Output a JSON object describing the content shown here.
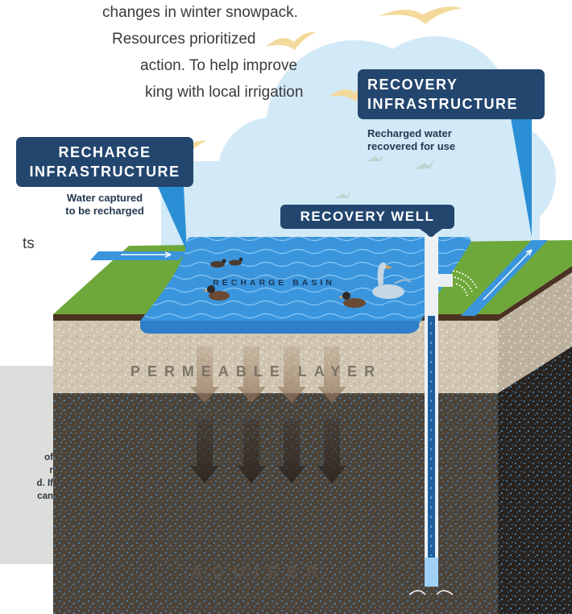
{
  "body_text": [
    "changes in winter snowpack.",
    "Resources prioritized",
    "action. To help improve",
    "king with local irrigation"
  ],
  "stray_text": "ts",
  "side_text": [
    "of",
    "r",
    "d. If",
    "can"
  ],
  "callouts": {
    "recharge_infrastructure": {
      "title_line1": "RECHARGE",
      "title_line2": "INFRASTRUCTURE",
      "subtitle_line1": "Water captured",
      "subtitle_line2": "to be recharged"
    },
    "recovery_infrastructure": {
      "title_line1": "RECOVERY",
      "title_line2": "INFRASTRUCTURE",
      "subtitle_line1": "Recharged water",
      "subtitle_line2": "recovered for use"
    },
    "recovery_well": {
      "title": "RECOVERY WELL"
    }
  },
  "labels": {
    "recharge_basin": "RECHARGE BASIN",
    "permeable_layer": "PERMEABLE LAYER",
    "aquifer": "AQUIFER"
  },
  "colors": {
    "callout_navy": "#23466f",
    "callout_pointer": "#2a8fd4",
    "grass": "#6fa83a",
    "water": "#3a95dd",
    "permeable": "#cfc5b1",
    "aquifer": "#4c4339",
    "aquifer_side": "#2a221c",
    "sky": "#d2e9f7"
  },
  "icons": [
    "bird-icon",
    "duck-icon",
    "swan-icon",
    "flow-arrow-icon"
  ]
}
